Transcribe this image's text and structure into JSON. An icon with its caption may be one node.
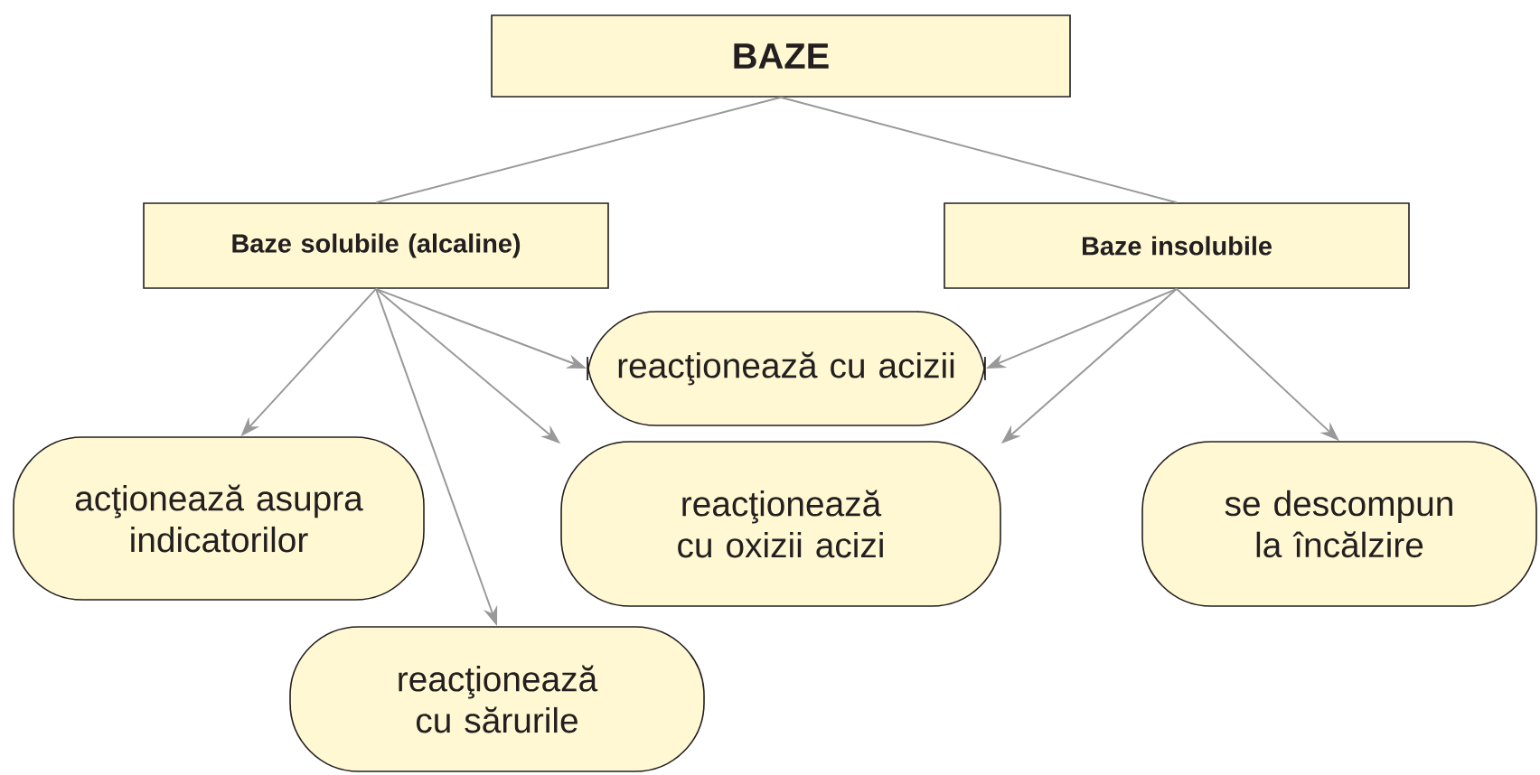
{
  "diagram": {
    "nodes": [
      {
        "text": [
          "BAZE"
        ]
      },
      {
        "text": [
          "Baze solubile (alcaline)"
        ]
      },
      {
        "text": [
          "Baze insolubile"
        ]
      },
      {
        "text": [
          "reacţionează cu acizii"
        ]
      },
      {
        "text": [
          "acţionează asupra indicatorilor"
        ]
      },
      {
        "text": [
          "reacţionează cu oxizii acizi"
        ]
      },
      {
        "text": [
          "se descompun la încălzire"
        ]
      },
      {
        "text": [
          "reacţionează cu sărurile"
        ]
      }
    ],
    "edges": [
      {
        "from": 0,
        "to": 1,
        "arrow": "none"
      },
      {
        "from": 0,
        "to": 2,
        "arrow": "none"
      },
      {
        "from": 1,
        "to": 4,
        "arrow": "to"
      },
      {
        "from": 1,
        "to": 3,
        "arrow": "to"
      },
      {
        "from": 1,
        "to": 5,
        "arrow": "to"
      },
      {
        "from": 1,
        "to": 7,
        "arrow": "to"
      },
      {
        "from": 2,
        "to": 3,
        "arrow": "to"
      },
      {
        "from": 2,
        "to": 5,
        "arrow": "to"
      },
      {
        "from": 2,
        "to": 6,
        "arrow": "to"
      }
    ]
  }
}
